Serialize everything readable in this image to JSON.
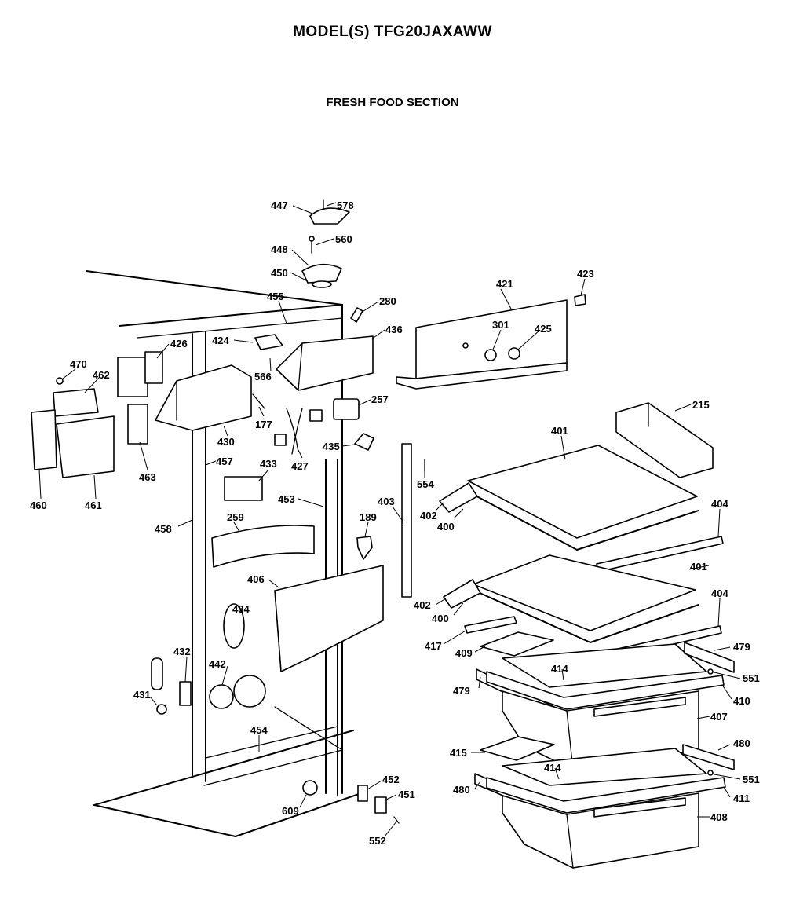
{
  "header": {
    "model_title": "MODEL(S) TFG20JAXAWW",
    "section_title": "FRESH FOOD SECTION"
  },
  "callouts": [
    "447",
    "578",
    "560",
    "448",
    "450",
    "455",
    "280",
    "421",
    "423",
    "424",
    "426",
    "436",
    "301",
    "425",
    "470",
    "462",
    "566",
    "257",
    "177",
    "430",
    "215",
    "401",
    "427",
    "435",
    "463",
    "457",
    "433",
    "554",
    "403",
    "402",
    "400",
    "460",
    "461",
    "453",
    "458",
    "259",
    "189",
    "404",
    "406",
    "434",
    "417",
    "409",
    "479",
    "432",
    "442",
    "414",
    "551",
    "431",
    "410",
    "407",
    "454",
    "415",
    "480",
    "411",
    "408",
    "452",
    "451",
    "609",
    "552"
  ]
}
